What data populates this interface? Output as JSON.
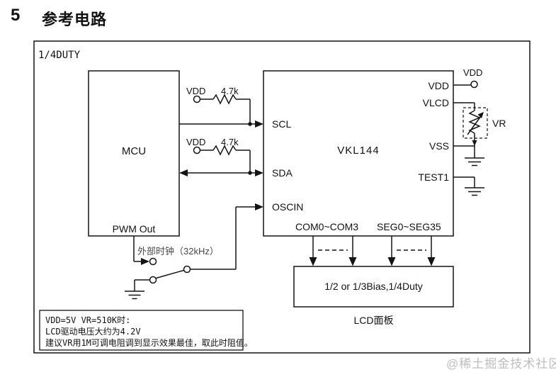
{
  "title": {
    "number": "5",
    "text": "参考电路"
  },
  "diagram": {
    "duty_label": "1/4DUTY",
    "mcu": {
      "label": "MCU",
      "pwm_label": "PWM Out"
    },
    "chip": {
      "label": "VKL144",
      "pins": {
        "scl": "SCL",
        "sda": "SDA",
        "oscin": "OSCIN",
        "vdd": "VDD",
        "vlcd": "VLCD",
        "vss": "VSS",
        "test1": "TEST1",
        "com": "COM0~COM3",
        "seg": "SEG0~SEG35"
      }
    },
    "pullup_scl": {
      "vdd": "VDD",
      "value": "4.7k"
    },
    "pullup_sda": {
      "vdd": "VDD",
      "value": "4.7k"
    },
    "vdd_terminal_label": "VDD",
    "vr_label": "VR",
    "clock_label": "外部时钟（32kHz）",
    "lcd": {
      "bias_label": "1/2 or 1/3Bias,1/4Duty",
      "panel_label": "LCD面板"
    },
    "note": {
      "lines": [
        "VDD=5V VR=510K时:",
        "LCD驱动电压大约为4.2V",
        "建议VR用1M可调电阻调到显示效果最佳，取此时阻值。"
      ]
    }
  },
  "watermark": "@稀土掘金技术社区",
  "colors": {
    "line": "#141414",
    "watermark": "#bdbdbd"
  }
}
